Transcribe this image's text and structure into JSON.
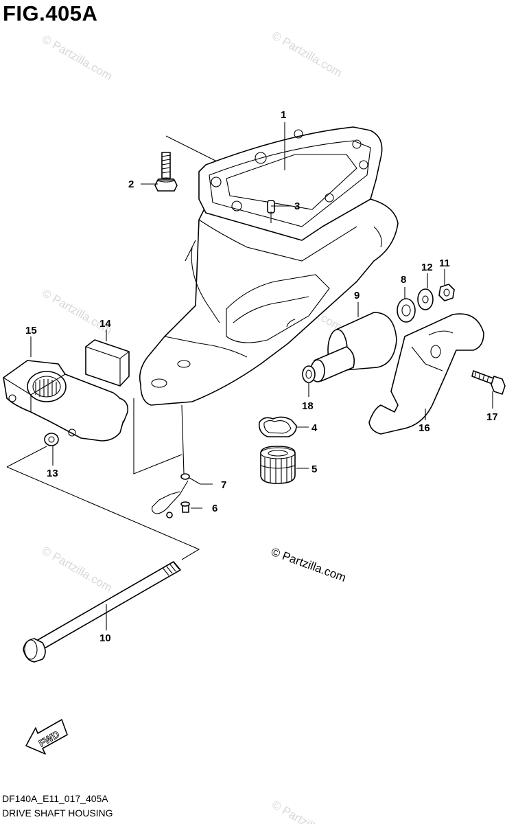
{
  "figure": {
    "title": "FIG.405A",
    "code": "DF140A_E11_017_405A",
    "caption": "DRIVE SHAFT HOUSING"
  },
  "watermark": {
    "text": "© Partzilla.com"
  },
  "fwd_arrow": {
    "label": "FWD"
  },
  "callouts": [
    {
      "num": "1"
    },
    {
      "num": "2"
    },
    {
      "num": "3"
    },
    {
      "num": "4"
    },
    {
      "num": "5"
    },
    {
      "num": "6"
    },
    {
      "num": "7"
    },
    {
      "num": "8"
    },
    {
      "num": "9"
    },
    {
      "num": "10"
    },
    {
      "num": "11"
    },
    {
      "num": "12"
    },
    {
      "num": "13"
    },
    {
      "num": "14"
    },
    {
      "num": "15"
    },
    {
      "num": "16"
    },
    {
      "num": "17"
    },
    {
      "num": "18"
    }
  ]
}
